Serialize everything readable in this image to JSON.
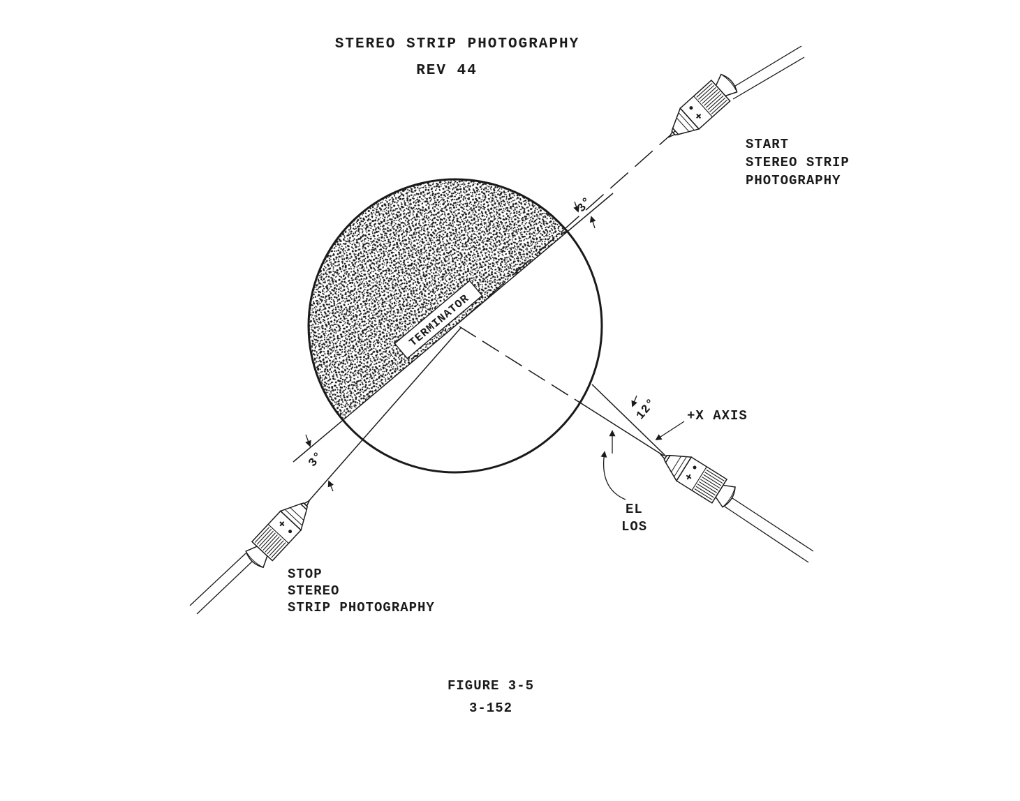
{
  "title": {
    "line1": "STEREO STRIP PHOTOGRAPHY",
    "line2": "REV 44"
  },
  "labels": {
    "start": [
      "START",
      "STEREO STRIP",
      "PHOTOGRAPHY"
    ],
    "stop": [
      "STOP",
      "STEREO",
      "STRIP PHOTOGRAPHY"
    ],
    "terminator": "TERMINATOR",
    "x_axis": "+X AXIS",
    "el": "EL",
    "los": "LOS",
    "angle_start": "3°",
    "angle_stop": "3°",
    "angle_el": "12°"
  },
  "caption": {
    "figure": "FIGURE 3-5",
    "page": "3-152"
  },
  "colors": {
    "ink": "#1a1a1a",
    "paper": "#ffffff"
  }
}
